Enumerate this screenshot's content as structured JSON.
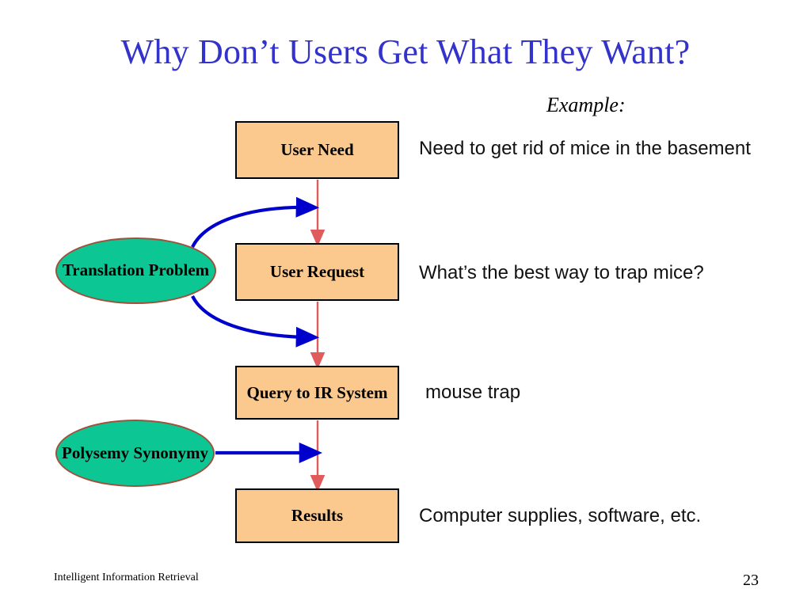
{
  "slide": {
    "title": "Why Don’t Users Get What They Want?",
    "title_color": "#3333cc",
    "background_color": "#ffffff"
  },
  "colors": {
    "box_fill": "#fbc88e",
    "box_border": "#000000",
    "ellipse_fill": "#0cc794",
    "ellipse_border": "#a0503c",
    "red_arrow": "#e05b5b",
    "blue_arrow": "#0000cc"
  },
  "flow": {
    "boxes": [
      {
        "id": "user-need",
        "label": "User Need"
      },
      {
        "id": "user-request",
        "label": "User Request"
      },
      {
        "id": "query-ir",
        "label": "Query to IR System"
      },
      {
        "id": "results",
        "label": "Results"
      }
    ],
    "ellipses": [
      {
        "id": "translation",
        "label": "Translation Problem"
      },
      {
        "id": "polysemy",
        "label": "Polysemy Synonymy"
      }
    ]
  },
  "example": {
    "heading": "Example:",
    "items": [
      "Need to get rid of mice in the basement",
      "What’s the best way to trap mice?",
      "mouse trap",
      "Computer supplies, software, etc."
    ]
  },
  "footer": {
    "course": "Intelligent Information Retrieval",
    "page_number": "23"
  }
}
